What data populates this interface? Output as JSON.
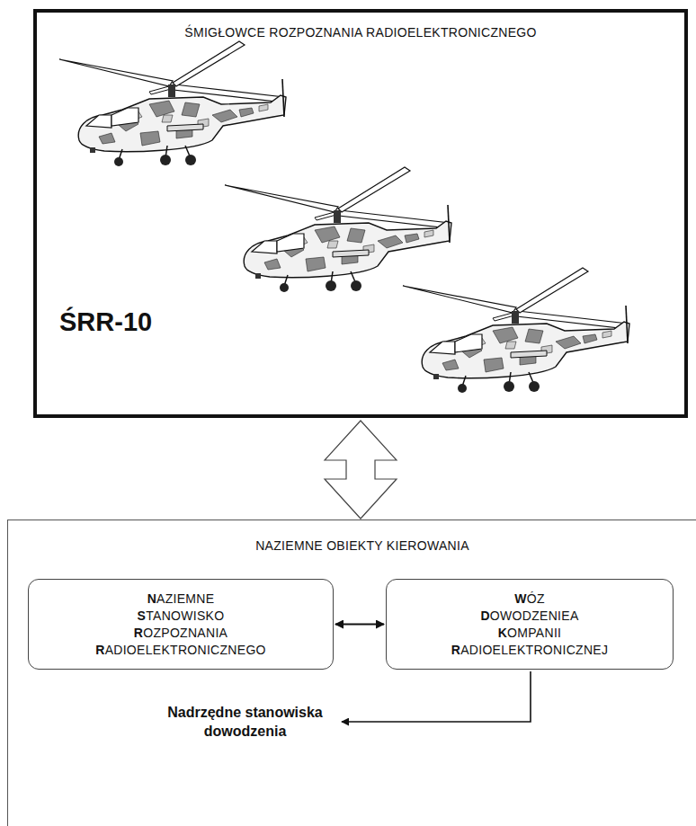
{
  "diagram": {
    "nodes": [
      {
        "text": [
          "ŚMIGŁOWCE ROZPOZNANIA RADIOELEKTRONICZNEGO",
          "ŚRR-10"
        ]
      },
      {
        "text": [
          "NAZIEMNE OBIEKTY KIEROWANIA"
        ]
      },
      {
        "text": [
          "NAZIEMNE STANOWISKO ROZPOZNANIA RADIOELEKTRONICZNEGO"
        ],
        "in": 1
      },
      {
        "text": [
          "WÓZ DOWODZENIEA KOMPANII RADIOELEKTRONICZNEJ"
        ],
        "in": 1
      }
    ],
    "edges": [
      {
        "from": 0,
        "to": 1,
        "arrow": "both"
      },
      {
        "from": 2,
        "to": 3,
        "arrow": "both"
      }
    ],
    "labels": [
      "Nadrzędne stanowiska dowodzenia"
    ]
  }
}
